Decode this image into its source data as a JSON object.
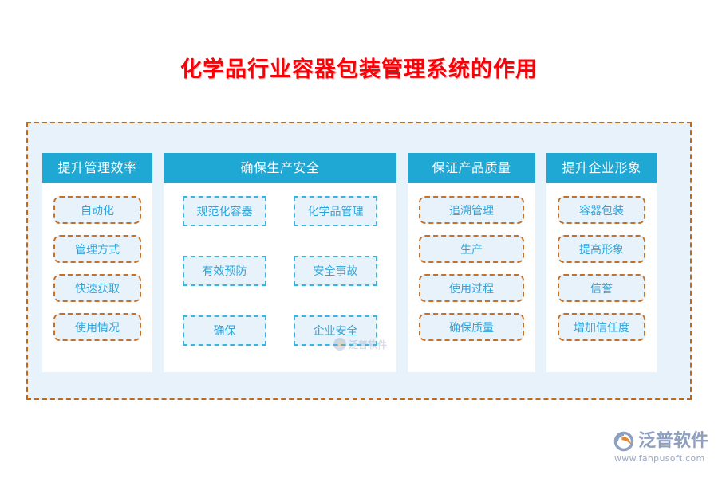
{
  "page": {
    "title": "化学品行业容器包装管理系统的作用",
    "title_color": "#fb0007",
    "background_color": "#ffffff",
    "frame_fill": "#e8f2fb",
    "frame_border_color": "#c06a18",
    "header_color": "#1fa8d4",
    "chip_fill": "#e8f2fb",
    "chip_text_color": "#2ca6dd",
    "chip_border_orange": "#c6712a",
    "chip_border_blue": "#3cb4e0"
  },
  "columns": [
    {
      "header": "提升管理效率",
      "layout": "list",
      "chip_style": "orange",
      "items": [
        {
          "label": "自动化"
        },
        {
          "label": "管理方式"
        },
        {
          "label": "快速获取"
        },
        {
          "label": "使用情况"
        }
      ]
    },
    {
      "header": "确保生产安全",
      "layout": "grid",
      "chip_style": "blue",
      "items": [
        {
          "label": "规范化容器"
        },
        {
          "label": "化学品管理"
        },
        {
          "label": "有效预防"
        },
        {
          "label": "安全事故"
        },
        {
          "label": "确保"
        },
        {
          "label": "企业安全"
        }
      ]
    },
    {
      "header": "保证产品质量",
      "layout": "list",
      "chip_style": "orange",
      "items": [
        {
          "label": "追溯管理"
        },
        {
          "label": "生产"
        },
        {
          "label": "使用过程"
        },
        {
          "label": "确保质量"
        }
      ]
    },
    {
      "header": "提升企业形象",
      "layout": "list",
      "chip_style": "orange",
      "items": [
        {
          "label": "容器包装"
        },
        {
          "label": "提高形象"
        },
        {
          "label": "信誉"
        },
        {
          "label": "增加信任度"
        }
      ]
    }
  ],
  "watermark": {
    "name": "泛普软件"
  },
  "brand": {
    "name": "泛普软件",
    "url": "www.fanpusoft.com",
    "mark_color": "#8e9fc0",
    "accent_color": "#e08b33"
  }
}
